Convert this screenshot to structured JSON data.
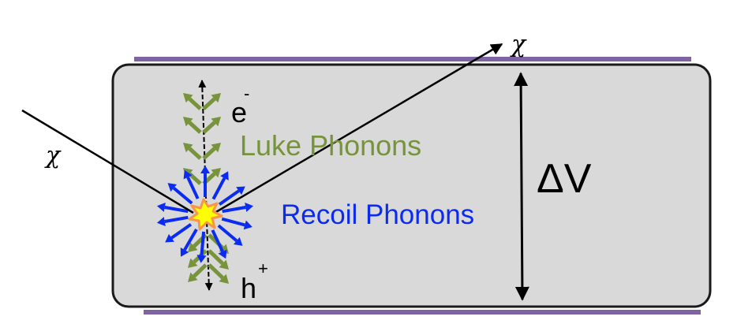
{
  "labels": {
    "chi_in": "χ",
    "chi_out": "χ",
    "electron": "e",
    "electron_sign": "-",
    "hole": "h",
    "hole_sign": "+",
    "luke": "Luke Phonons",
    "recoil": "Recoil Phonons",
    "voltage": "ΔV"
  },
  "colors": {
    "detector_fill": "#d9d9d9",
    "detector_border": "#1a1a1a",
    "electrode": "#8064a2",
    "luke": "#77933c",
    "recoil": "#0b2cf0",
    "text": "#000000",
    "star_fill": "#ffff00",
    "star_edge": "#f79646"
  },
  "icons": {
    "interaction": "star-burst-icon",
    "luke_phonon": "green-arrow-icon",
    "recoil_phonon": "blue-arrow-icon"
  }
}
